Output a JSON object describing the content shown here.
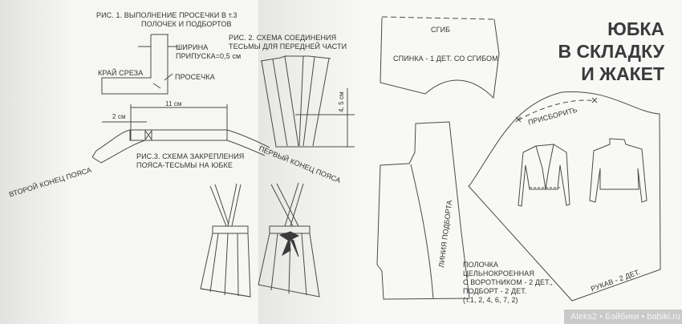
{
  "left_page": {
    "fig1": {
      "caption_line1": "РИС. 1. ВЫПОЛНЕНИЕ ПРОСЕЧКИ В т.3",
      "caption_line2": "ПОЛОЧЕК И ПОДБОРТОВ",
      "width_label_line1": "ШИРИНА",
      "width_label_line2": "ПРИПУСКА=0,5 см",
      "edge_label": "КРАЙ СРЕЗА",
      "notch_label": "ПРОСЕЧКА"
    },
    "fig2": {
      "caption_line1": "РИС. 2. СХЕМА СОЕДИНЕНИЯ",
      "caption_line2": "ТЕСЬМЫ ДЛЯ ПЕРЕДНЕЙ ЧАСТИ",
      "dimension": "4, 5 см"
    },
    "fig3": {
      "caption_line1": "РИС.3. СХЕМА ЗАКРЕПЛЕНИЯ",
      "caption_line2": "ПОЯСА-ТЕСЬМЫ НА ЮБКЕ",
      "dim_long": "11 см",
      "dim_short": "2 см",
      "second_end": "ВТОРОЙ КОНЕЦ ПОЯСА",
      "first_end": "ПЕРВЫЙ КОНЕЦ ПОЯСА"
    }
  },
  "right_page": {
    "title": [
      "ЮБКА",
      "В СКЛАДКУ",
      "И ЖАКЕТ"
    ],
    "back_piece": {
      "fold_label": "СГИБ",
      "name": "СПИНКА - 1 ДЕТ. СО СГИБОМ"
    },
    "sleeve": {
      "gather_label": "ПРИСБОРИТЬ",
      "name": "РУКАВ - 2 ДЕТ."
    },
    "front_piece": {
      "facing_line": "ЛИНИЯ ПОДБОРТА",
      "desc": [
        "ПОЛОЧКА",
        "ЦЕЛЬНОКРОЕННАЯ",
        "С ВОРОТНИКОМ - 2 ДЕТ.,",
        "ПОДБОРТ - 2 ДЕТ.",
        "(т.1, 2, 4, 6, 7, 2)"
      ]
    }
  },
  "watermark": "Aleks2 • Бэйбики • babiki.ru",
  "colors": {
    "ink": "#4a4a4a",
    "paper": "#f6f6f4",
    "bow": "#3b3b3b",
    "watermark_bg": "#c9c9c9"
  }
}
